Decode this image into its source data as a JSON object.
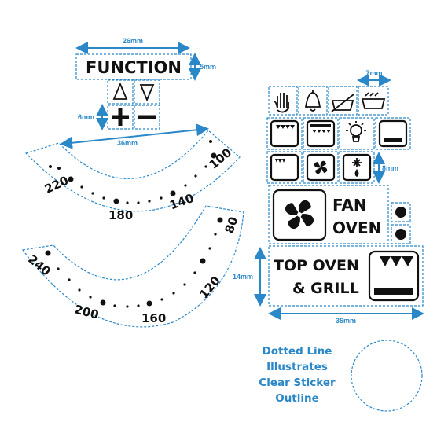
{
  "function_panel": {
    "label": "FUNCTION",
    "width_dim": "26mm",
    "height_dim": "5mm",
    "button_dim": "6mm"
  },
  "dial_top": {
    "width_dim": "36mm",
    "labels": [
      "220",
      "180",
      "140",
      "100"
    ]
  },
  "dial_bottom": {
    "labels": [
      "240",
      "200",
      "160",
      "120",
      "80"
    ]
  },
  "icon_panel": {
    "small_icon_dim": "7mm",
    "icon_height_dim": "8mm",
    "fan_label_line1": "FAN",
    "fan_label_line2": "OVEN",
    "top_label_line1": "TOP OVEN",
    "top_label_line2": "& GRILL",
    "height_dim": "14mm",
    "width_dim": "36mm"
  },
  "note": {
    "line1": "Dotted Line",
    "line2": "Illustrates",
    "line3": "Clear Sticker",
    "line4": "Outline"
  },
  "icons": [
    "hand-icon",
    "bell-icon",
    "pan-crossed-icon",
    "pan-icon",
    "top-heat-icon",
    "grill-icon",
    "bulb-icon",
    "bottom-heat-icon",
    "small-top-heat-icon",
    "fan-icon",
    "defrost-icon",
    "fan-large-icon",
    "dot-icon",
    "dot-icon"
  ]
}
